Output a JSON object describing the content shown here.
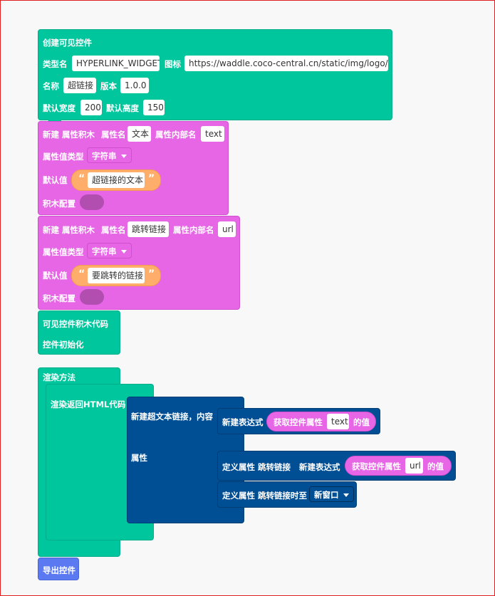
{
  "create_block": {
    "title": "创建可见控件",
    "type_name_label": "类型名",
    "type_name_value": "HYPERLINK_WIDGET",
    "icon_label": "图标",
    "icon_value": "https://waddle.coco-central.cn/static/img/logo/l...",
    "name_label": "名称",
    "name_value": "超链接",
    "version_label": "版本",
    "version_value": "1.0.0",
    "width_label": "默认宽度",
    "width_value": "200",
    "height_label": "默认高度",
    "height_value": "150"
  },
  "prop1": {
    "header1": "新建 属性积木",
    "name_label": "属性名",
    "name_value": "文本",
    "inner_label": "属性内部名",
    "inner_value": "text",
    "type_label": "属性值类型",
    "type_value": "字符串",
    "default_label": "默认值",
    "default_value": "超链接的文本",
    "config_label": "积木配置",
    "quote_open": "“",
    "quote_close": "”"
  },
  "prop2": {
    "header1": "新建 属性积木",
    "name_label": "属性名",
    "name_value": "跳转链接",
    "inner_label": "属性内部名",
    "inner_value": "url",
    "type_label": "属性值类型",
    "type_value": "字符串",
    "default_label": "默认值",
    "default_value": "要跳转的链接",
    "config_label": "积木配置",
    "quote_open": "“",
    "quote_close": "”"
  },
  "code_block": {
    "title": "可见控件积木代码",
    "init_label": "控件初始化",
    "render_label": "渲染方法",
    "return_html_label": "渲染返回HTML代码"
  },
  "link_block": {
    "title": "新建超文本链接，内容",
    "attr_label": "属性",
    "expr1_label": "新建表达式",
    "get_prop1_label": "获取控件属性",
    "get_prop1_value": "text",
    "get_prop1_suffix": "的值",
    "define1_label": "定义属性 跳转链接",
    "expr2_label": "新建表达式",
    "get_prop2_label": "获取控件属性",
    "get_prop2_value": "url",
    "get_prop2_suffix": "的值",
    "define2_label": "定义属性 跳转链接时至",
    "define2_value": "新窗口"
  },
  "export_block": {
    "label": "导出控件"
  },
  "colors": {
    "green": "#00c69d",
    "pink": "#e766e6",
    "navy": "#004f95",
    "orange": "#ffad6b",
    "export": "#5b79f0"
  }
}
